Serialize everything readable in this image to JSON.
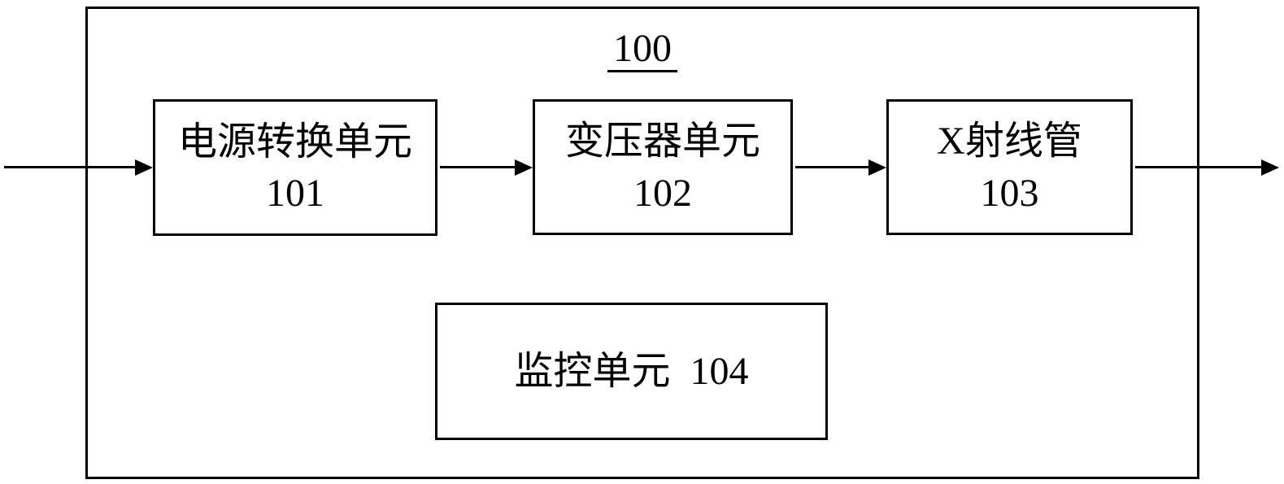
{
  "diagram": {
    "title": "100",
    "blocks": [
      {
        "label": "电源转换单元",
        "ref": "101"
      },
      {
        "label": "变压器单元",
        "ref": "102"
      },
      {
        "label": "X射线管",
        "ref": "103"
      },
      {
        "label": "监控单元",
        "ref": "104"
      }
    ],
    "connections": [
      {
        "from": "external-input",
        "to": "101"
      },
      {
        "from": "101",
        "to": "102"
      },
      {
        "from": "102",
        "to": "103"
      },
      {
        "from": "103",
        "to": "external-output"
      }
    ]
  },
  "colors": {
    "line": "#000000",
    "background": "#ffffff"
  }
}
